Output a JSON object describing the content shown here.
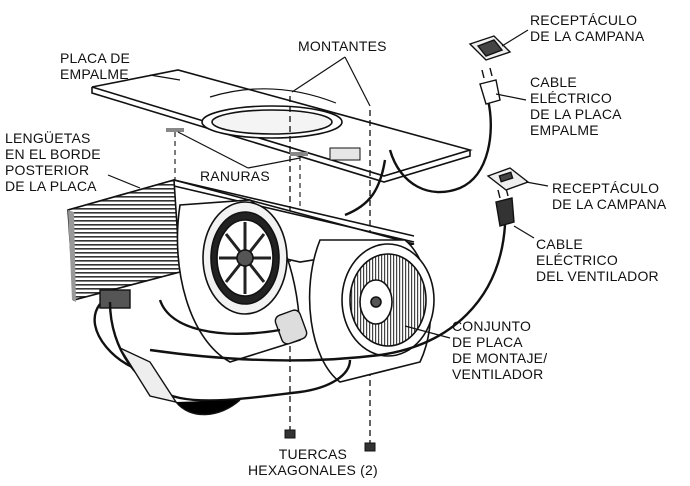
{
  "labels": {
    "placa_empalme": "PLACA DE\nEMPALME",
    "montantes": "MONTANTES",
    "receptaculo_1": "RECEPTÁCULO\nDE LA CAMPANA",
    "cable_placa": "CABLE\nELÉCTRICO\nDE LA PLACA\nEMPALME",
    "lenguetas": "LENGÜETAS\nEN EL BORDE\nPOSTERIOR\nDE LA PLACA",
    "ranuras": "RANURAS",
    "receptaculo_2": "RECEPTÁCULO\nDE LA CAMPANA",
    "cable_ventilador": "CABLE\nELÉCTRICO\nDEL VENTILADOR",
    "conjunto": "CONJUNTO\nDE PLACA\nDE MONTAJE/\nVENTILADOR",
    "tuercas": "TUERCAS\nHEXAGONALES (2)"
  },
  "colors": {
    "line": "#111111",
    "background": "#ffffff",
    "shade": "#d9d9d9",
    "dark": "#6b6b6b"
  }
}
